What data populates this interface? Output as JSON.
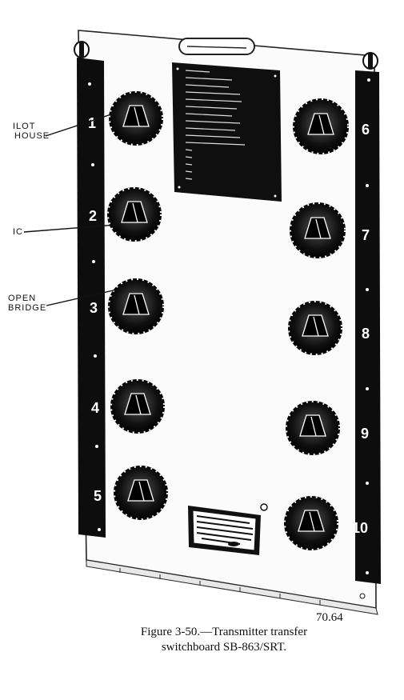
{
  "callouts": {
    "pilot_house_line1": "ILOT",
    "pilot_house_line2": "HOUSE",
    "cic": "IC",
    "open_bridge_line1": "OPEN",
    "open_bridge_line2": "BRIDGE"
  },
  "switch_numbers_left": [
    "1",
    "2",
    "3",
    "4",
    "5"
  ],
  "switch_numbers_right": [
    "6",
    "7",
    "8",
    "9",
    "10"
  ],
  "figure_number": "70.64",
  "caption": {
    "line1": "Figure 3-50.—Transmitter transfer",
    "line2": "switchboard SB-863/SRT."
  }
}
